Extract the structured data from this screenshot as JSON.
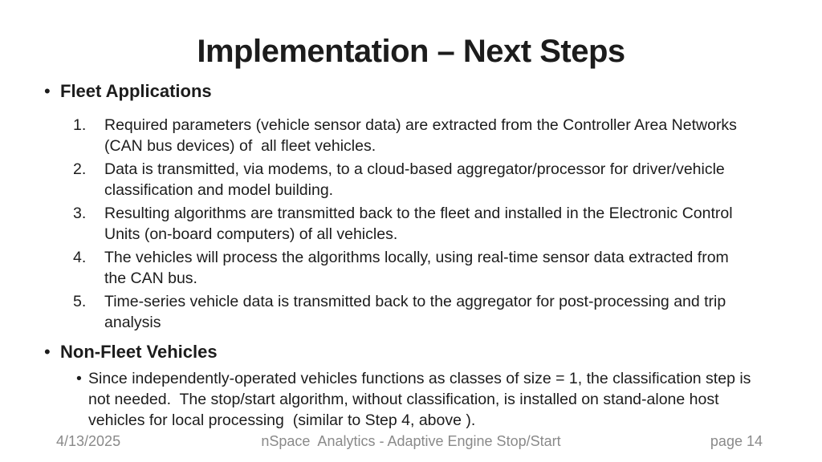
{
  "slide": {
    "title": "Implementation – Next Steps",
    "bullet_char": "•",
    "colors": {
      "background": "#ffffff",
      "text": "#1c1c1c",
      "footer_text": "#8a8a8a"
    },
    "fleet": {
      "heading": "Fleet Applications",
      "items": [
        {
          "num": "1.",
          "text": "Required parameters (vehicle sensor data) are extracted from the Controller Area Networks (CAN bus devices) of  all fleet vehicles."
        },
        {
          "num": "2.",
          "text": "Data is transmitted, via modems, to a cloud-based aggregator/processor for driver/vehicle classification and model building."
        },
        {
          "num": "3.",
          "text": "Resulting algorithms are transmitted back to the fleet and installed in the Electronic Control Units (on-board computers) of all vehicles."
        },
        {
          "num": "4.",
          "text": "The vehicles will process the algorithms locally, using real-time sensor data extracted from the CAN bus."
        },
        {
          "num": "5.",
          "text": "Time-series vehicle data is transmitted back to the aggregator for post-processing and trip analysis"
        }
      ]
    },
    "non_fleet": {
      "heading": "Non-Fleet Vehicles",
      "bullet": "Since independently-operated vehicles functions as classes of size = 1, the classification step is not needed.  The stop/start algorithm, without classification, is installed on stand-alone host vehicles for local processing  (similar to Step 4, above )."
    },
    "footer": {
      "date": "4/13/2025",
      "center": "nSpace  Analytics - Adaptive Engine Stop/Start",
      "page": "page 14"
    }
  }
}
